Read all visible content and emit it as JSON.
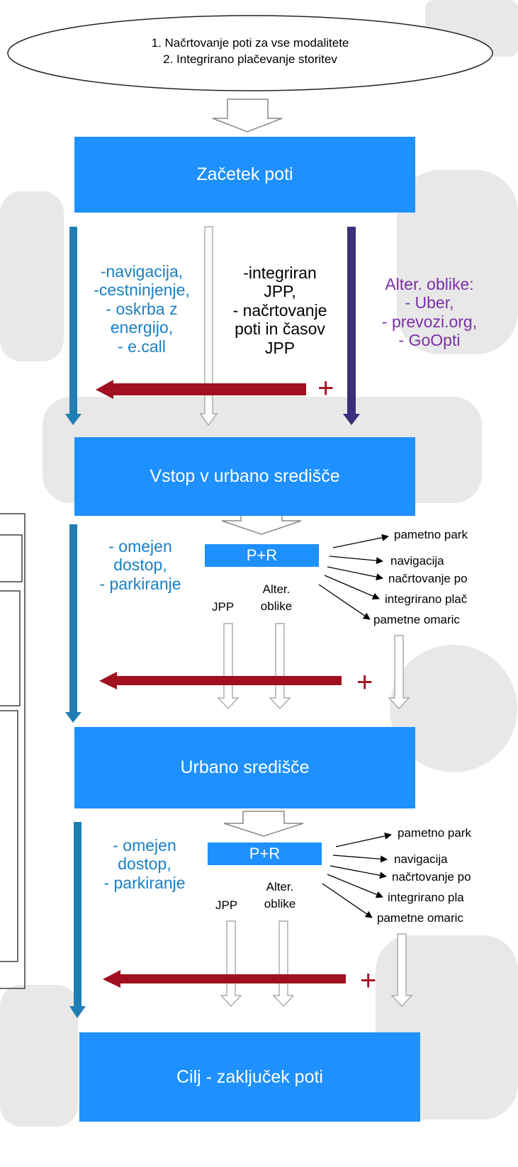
{
  "colors": {
    "box_blue": "#1e90ff",
    "text_blue": "#1a7fc4",
    "text_purple": "#7b2fa8",
    "arrow_red": "#a01020",
    "arrow_navy": "#3a2f7a",
    "arrow_teal": "#1f7fb5"
  },
  "top_ellipse": {
    "line1": "1. Načrtovanje poti za vse modalitete",
    "line2": "2. Integrirano plačevanje storitev"
  },
  "steps": {
    "start": "Začetek poti",
    "entry": "Vstop v urbano središče",
    "center": "Urbano središče",
    "goal": "Cilj - zaključek poti"
  },
  "section1": {
    "left": [
      "-navigacija,",
      "-cestninjenje,",
      "- oskrba z",
      "energijo,",
      "- e.call"
    ],
    "middle": [
      "-integriran",
      "JPP,",
      "- načrtovanje",
      "poti in časov",
      "JPP"
    ],
    "right": [
      "Alter. oblike:",
      "- Uber,",
      "- prevozi.org,",
      "- GoOpti"
    ],
    "plus": "+"
  },
  "section2": {
    "left": [
      "- omejen",
      "dostop,",
      "- parkiranje"
    ],
    "pr": "P+R",
    "jpp": "JPP",
    "alter": [
      "Alter.",
      "oblike"
    ],
    "services": [
      "pametno park",
      "navigacija",
      "načrtovanje po",
      "integrirano plač",
      "pametne omaric"
    ],
    "plus": "+"
  },
  "section3": {
    "left": [
      "- omejen",
      "dostop,",
      "- parkiranje"
    ],
    "pr": "P+R",
    "jpp": "JPP",
    "alter": [
      "Alter.",
      "oblike"
    ],
    "services": [
      "pametno park",
      "navigacija",
      "načrtovanje po",
      "integrirano pla",
      "pametne omaric"
    ],
    "plus": "+"
  }
}
